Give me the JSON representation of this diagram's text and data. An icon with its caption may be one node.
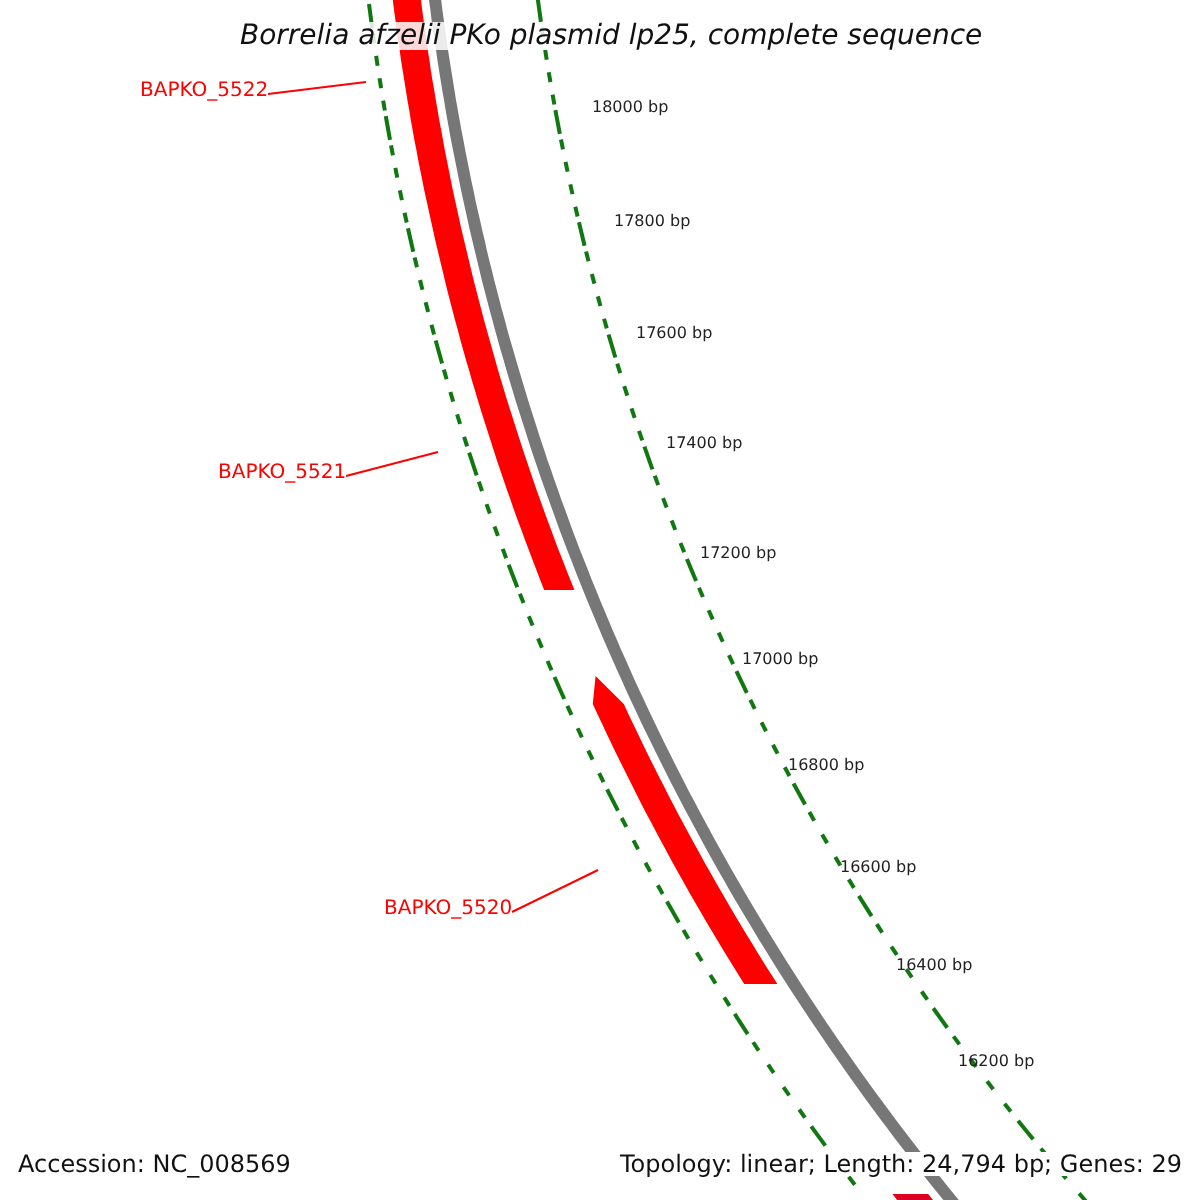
{
  "diagram": {
    "title": "Borrelia afzelii PKo plasmid lp25, complete sequence",
    "nodes": [
      {
        "text": [
          "BAPKO_5522"
        ]
      },
      {
        "text": [
          "BAPKO_5521"
        ]
      },
      {
        "text": [
          "BAPKO_5520"
        ]
      }
    ],
    "edges": [
      {
        "from": 0,
        "to": null,
        "arrow": "none"
      },
      {
        "from": 1,
        "to": null,
        "arrow": "none"
      },
      {
        "from": 2,
        "to": null,
        "arrow": "none"
      }
    ],
    "labels": [
      "18000 bp",
      "17800 bp",
      "17600 bp",
      "17400 bp",
      "17200 bp",
      "17000 bp",
      "16800 bp",
      "16600 bp",
      "16400 bp",
      "16200 bp",
      "Accession: NC_008569",
      "Topology: linear; Length: 24,794 bp; Genes: 29"
    ]
  }
}
